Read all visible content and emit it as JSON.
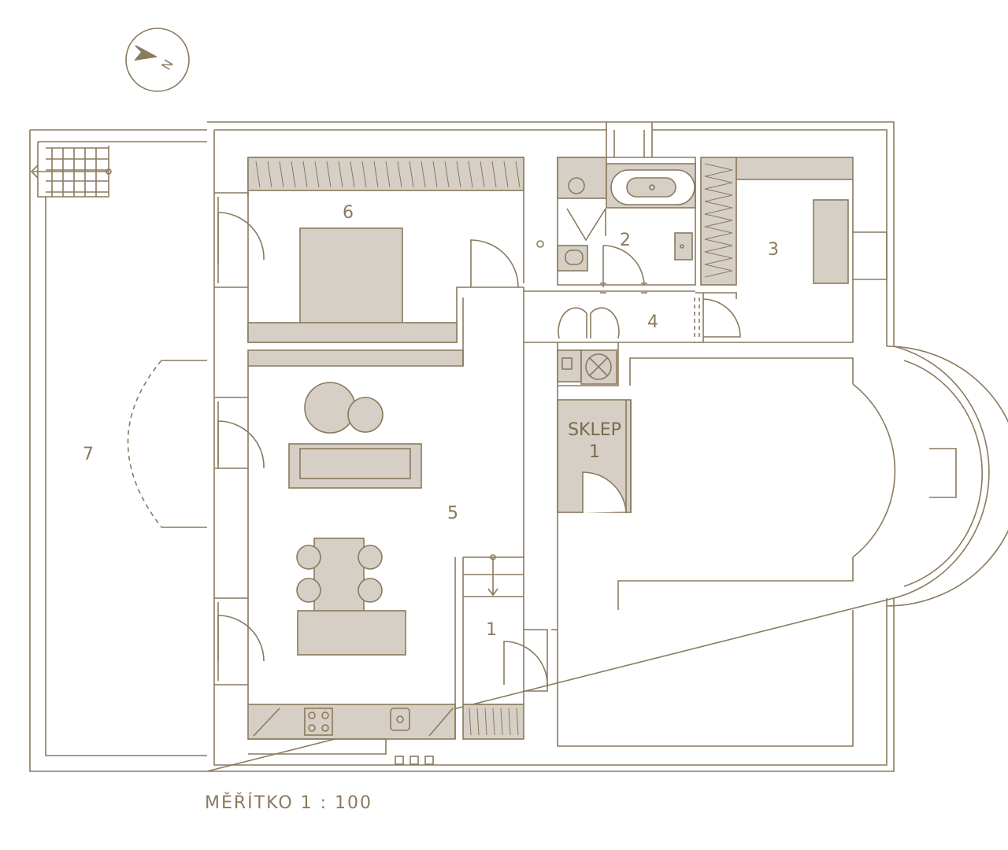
{
  "title": "",
  "scale_text": "MĚŘÍTKO 1 : 100",
  "compass": {
    "letter": "N",
    "icon": "north-arrow-icon"
  },
  "rooms": [
    {
      "id": "1",
      "label": "1"
    },
    {
      "id": "2",
      "label": "2"
    },
    {
      "id": "3",
      "label": "3"
    },
    {
      "id": "4",
      "label": "4"
    },
    {
      "id": "5",
      "label": "5"
    },
    {
      "id": "6",
      "label": "6"
    },
    {
      "id": "7",
      "label": "7"
    }
  ],
  "cellar": {
    "line1": "SKLEP",
    "line2": "1"
  },
  "colors": {
    "wall": "#8a7a5e",
    "furniture": "#d6cfc5",
    "furniture_stroke": "#8a7a5e",
    "background": "#ffffff"
  }
}
